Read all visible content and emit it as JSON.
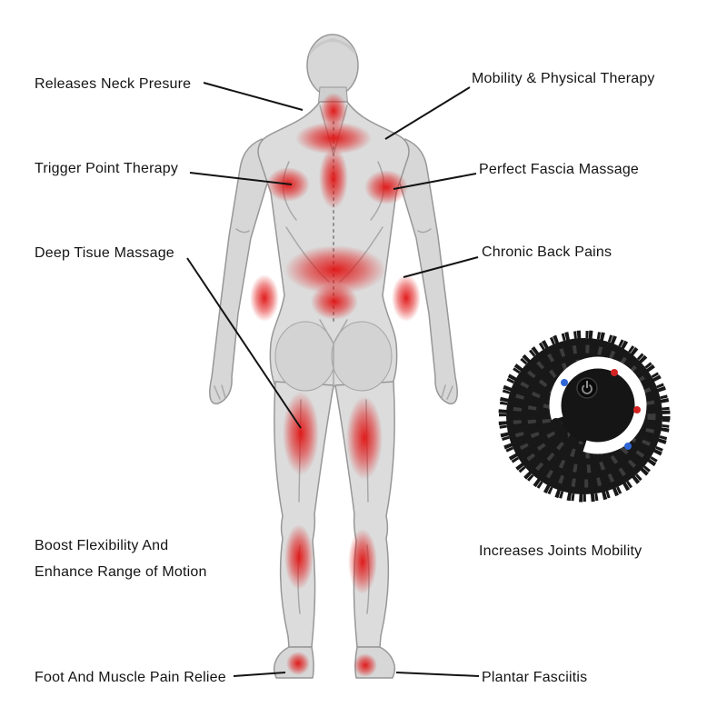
{
  "labels": {
    "neck": "Releases Neck Presure",
    "mobility": "Mobility & Physical Therapy",
    "trigger_point": "Trigger Point Therapy",
    "fascia": "Perfect Fascia Massage",
    "deep_tissue": "Deep Tisue Massage",
    "chronic_back": "Chronic Back Pains",
    "flexibility1": "Boost Flexibility And",
    "flexibility2": "Enhance Range of Motion",
    "joints": "Increases Joints Mobility",
    "foot": "Foot And Muscle Pain Reliee",
    "plantar": "Plantar Fasciitis"
  },
  "colors": {
    "pain_highlight": "#e01212",
    "connector_line": "#141414",
    "figure_body": "#dcdcdc",
    "ball_body": "#181818",
    "ball_ring": "#ffffff",
    "led_red": "#d32323",
    "led_blue": "#2e66d6"
  }
}
